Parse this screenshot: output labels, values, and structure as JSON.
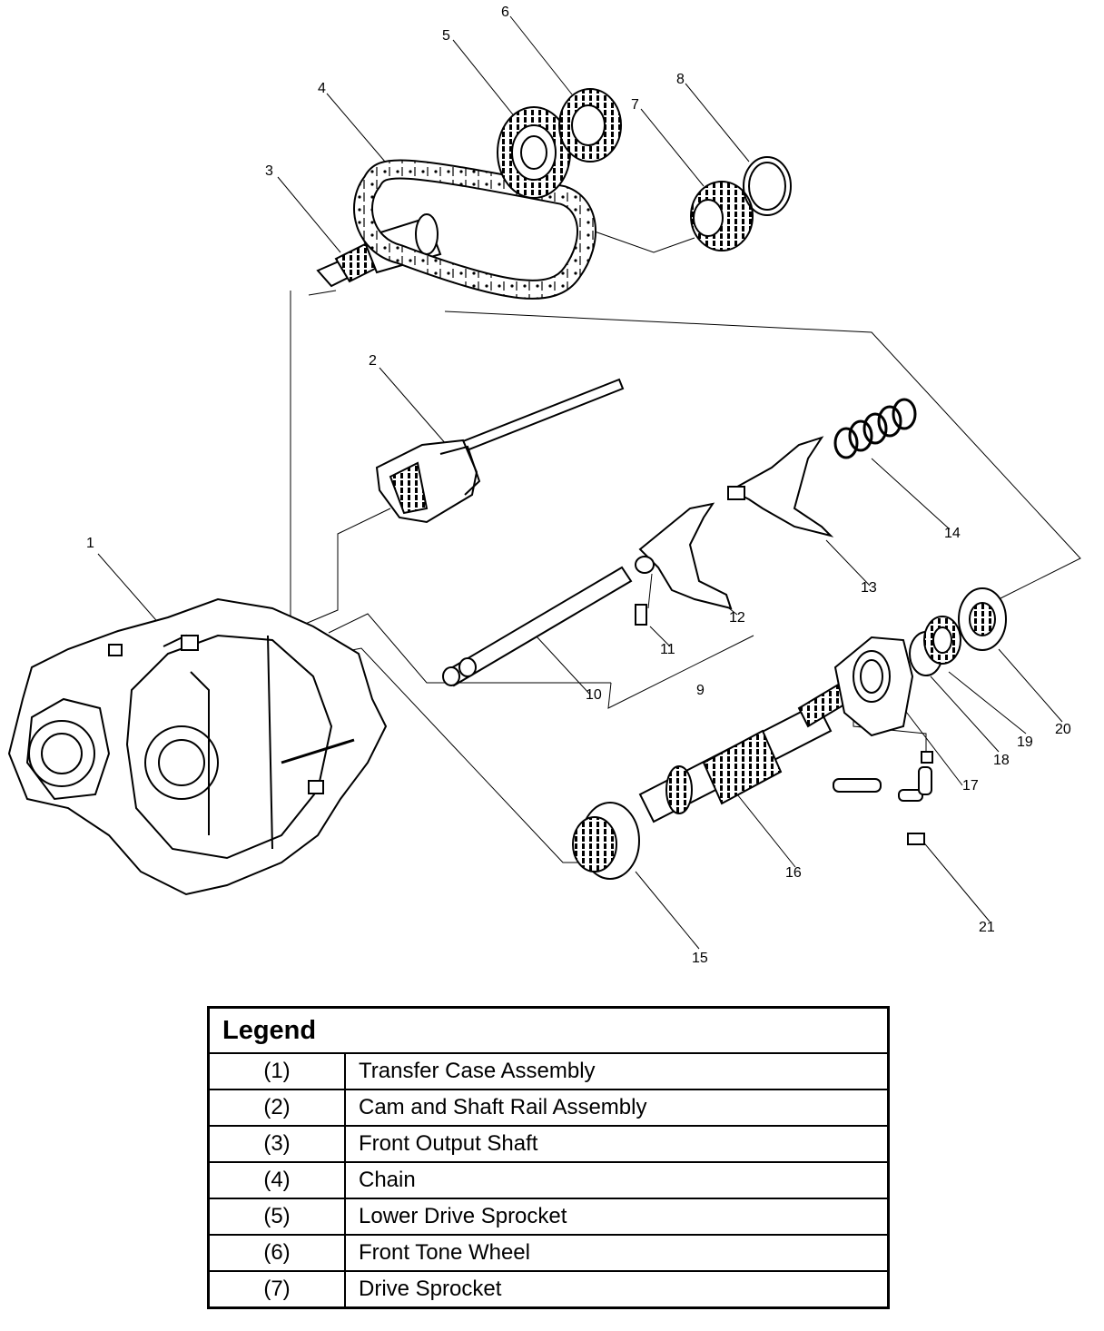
{
  "callouts": [
    "1",
    "2",
    "3",
    "4",
    "5",
    "6",
    "7",
    "8",
    "9",
    "10",
    "11",
    "12",
    "13",
    "14",
    "15",
    "16",
    "17",
    "18",
    "19",
    "20",
    "21"
  ],
  "legend": {
    "title": "Legend",
    "rows": [
      {
        "num": "(1)",
        "desc": "Transfer Case Assembly"
      },
      {
        "num": "(2)",
        "desc": "Cam and Shaft Rail Assembly"
      },
      {
        "num": "(3)",
        "desc": "Front Output Shaft"
      },
      {
        "num": "(4)",
        "desc": "Chain"
      },
      {
        "num": "(5)",
        "desc": "Lower Drive Sprocket"
      },
      {
        "num": "(6)",
        "desc": "Front Tone Wheel"
      },
      {
        "num": "(7)",
        "desc": "Drive Sprocket"
      }
    ]
  }
}
